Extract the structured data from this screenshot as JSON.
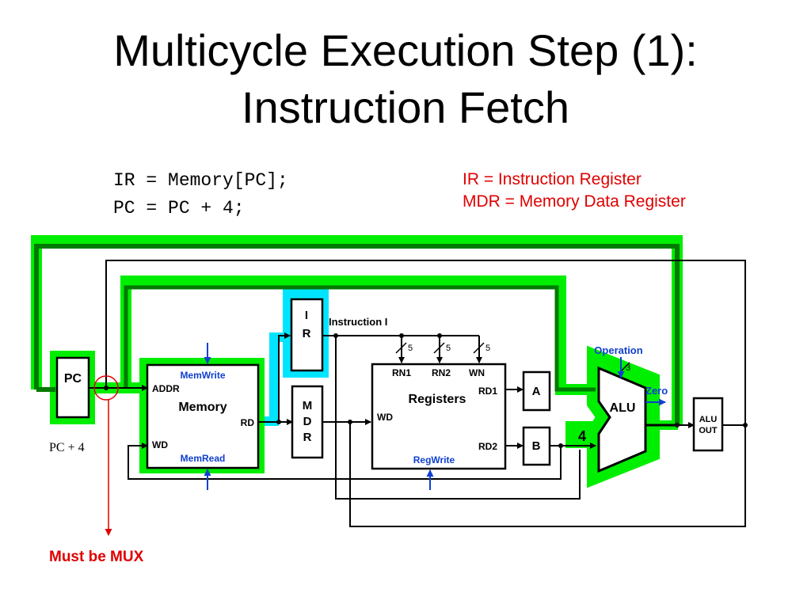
{
  "slide": {
    "title_line1": "Multicycle Execution Step (1):",
    "title_line2": "Instruction Fetch",
    "code_line1": "IR = Memory[PC];",
    "code_line2": "PC = PC + 4;",
    "legend_line1": "IR = Instruction Register",
    "legend_line2": "MDR = Memory Data Register"
  },
  "diagram": {
    "pc": "PC",
    "ir_line1": "I",
    "ir_line2": "R",
    "mdr_line1": "M",
    "mdr_line2": "D",
    "mdr_line3": "R",
    "memory": {
      "title": "Memory",
      "addr": "ADDR",
      "wd": "WD",
      "rd": "RD",
      "memwrite": "MemWrite",
      "memread": "MemRead"
    },
    "instruction_bus": "Instruction  I",
    "registers": {
      "title": "Registers",
      "rn1": "RN1",
      "rn2": "RN2",
      "wn": "WN",
      "wd": "WD",
      "rd1": "RD1",
      "rd2": "RD2",
      "regwrite": "RegWrite",
      "bus_width_1": "5",
      "bus_width_2": "5",
      "bus_width_3": "5"
    },
    "a": "A",
    "b": "B",
    "alu": "ALU",
    "operation": "Operation",
    "op_width": "3",
    "zero": "Zero",
    "constant_four": "4",
    "aluout_line1": "ALU",
    "aluout_line2": "OUT",
    "pc_plus_4": "PC + 4",
    "must_be_mux": "Must be MUX"
  },
  "colors": {
    "highlight": "#00ee00",
    "dark_path": "#007a00",
    "ir_highlight": "#00e5ff",
    "control": "#1040d0",
    "annotation": "#e00000"
  }
}
